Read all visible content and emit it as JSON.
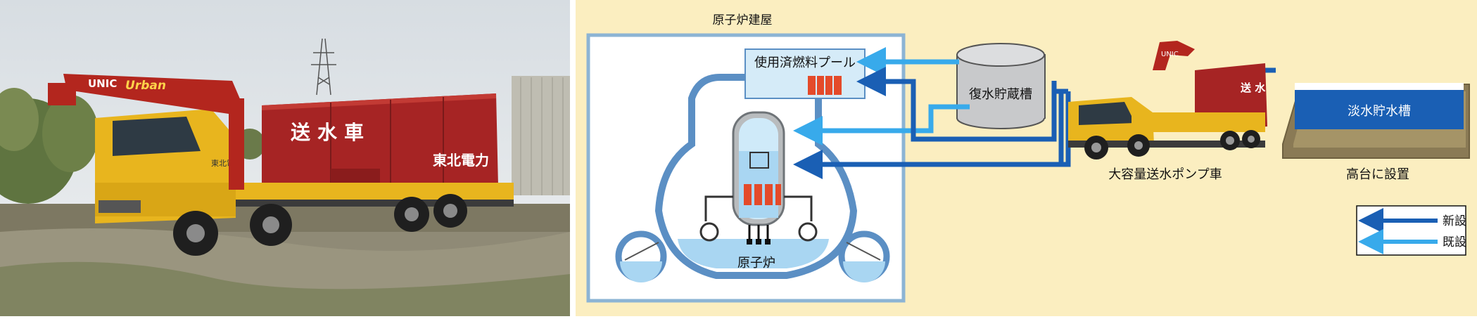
{
  "diagram": {
    "building_label": "原子炉建屋",
    "spent_fuel_pool_label": "使用済燃料プール",
    "condensate_tank_label": "復水貯蔵槽",
    "reactor_label": "原子炉",
    "pump_truck_label": "大容量送水ポンプ車",
    "freshwater_tank_label": "淡水貯水槽",
    "elevated_label": "高台に設置",
    "legend": {
      "new_label": "新設",
      "existing_label": "既設"
    }
  },
  "photo": {
    "crane_brand": "UNIC",
    "crane_model": "Urban",
    "truck_sign": "送水車",
    "company_logo": "東北電力"
  },
  "colors": {
    "new_pipe": "#1a5fb4",
    "existing_pipe": "#38aaeb",
    "panel_bg": "#fbeec0",
    "truck_red": "#a62424",
    "truck_yellow": "#e8b51e"
  }
}
